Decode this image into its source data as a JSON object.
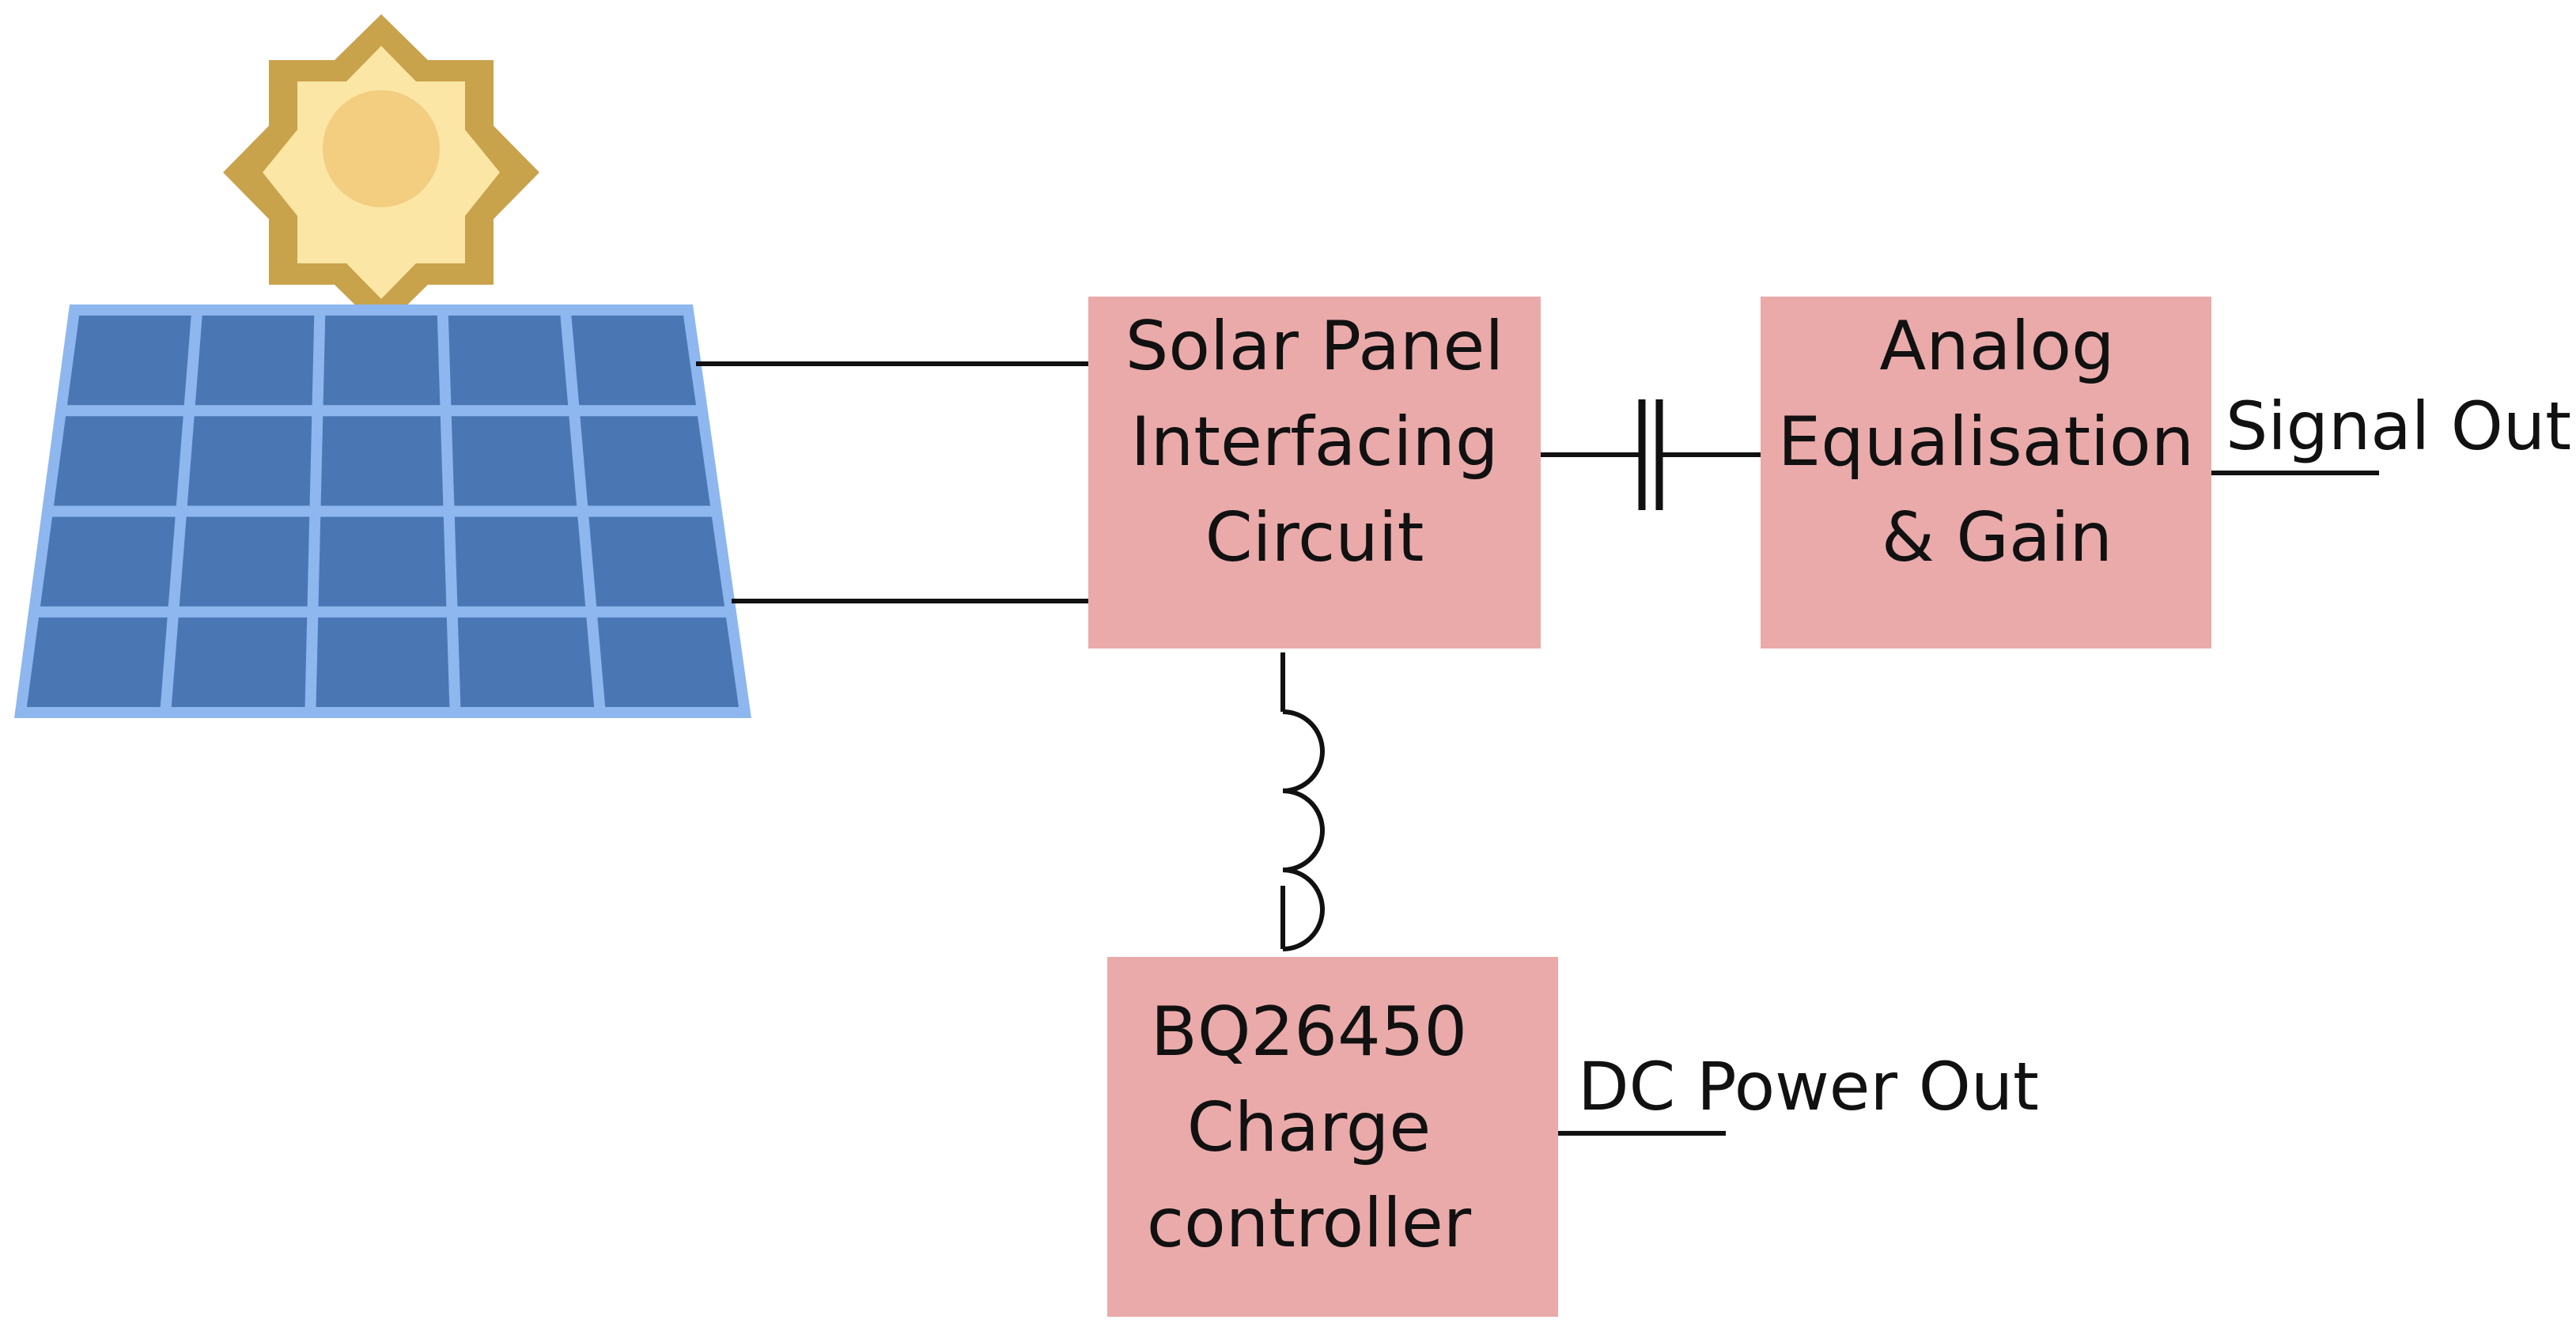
{
  "blocks": {
    "interface": {
      "line1": "Solar Panel",
      "line2": "Interfacing",
      "line3": "Circuit"
    },
    "equalisation": {
      "line1": "Analog",
      "line2": "Equalisation",
      "line3": "& Gain"
    },
    "charger": {
      "line1": "BQ26450",
      "line2": "Charge",
      "line3": "controller"
    }
  },
  "outputs": {
    "signal": "Signal Out",
    "power": "DC Power Out"
  },
  "colors": {
    "block_fill": "#EAAAAA",
    "panel_frame": "#8DB7EE",
    "panel_cell": "#4A77B4",
    "sun_ray": "#C9A24C",
    "sun_disc": "#FBE6A5",
    "sun_core": "#F3CD80",
    "wire": "#111111"
  },
  "icons": {
    "sun": "sun-icon",
    "solar_panel": "solar-panel-icon",
    "capacitor": "capacitor-symbol",
    "inductor": "inductor-symbol"
  }
}
